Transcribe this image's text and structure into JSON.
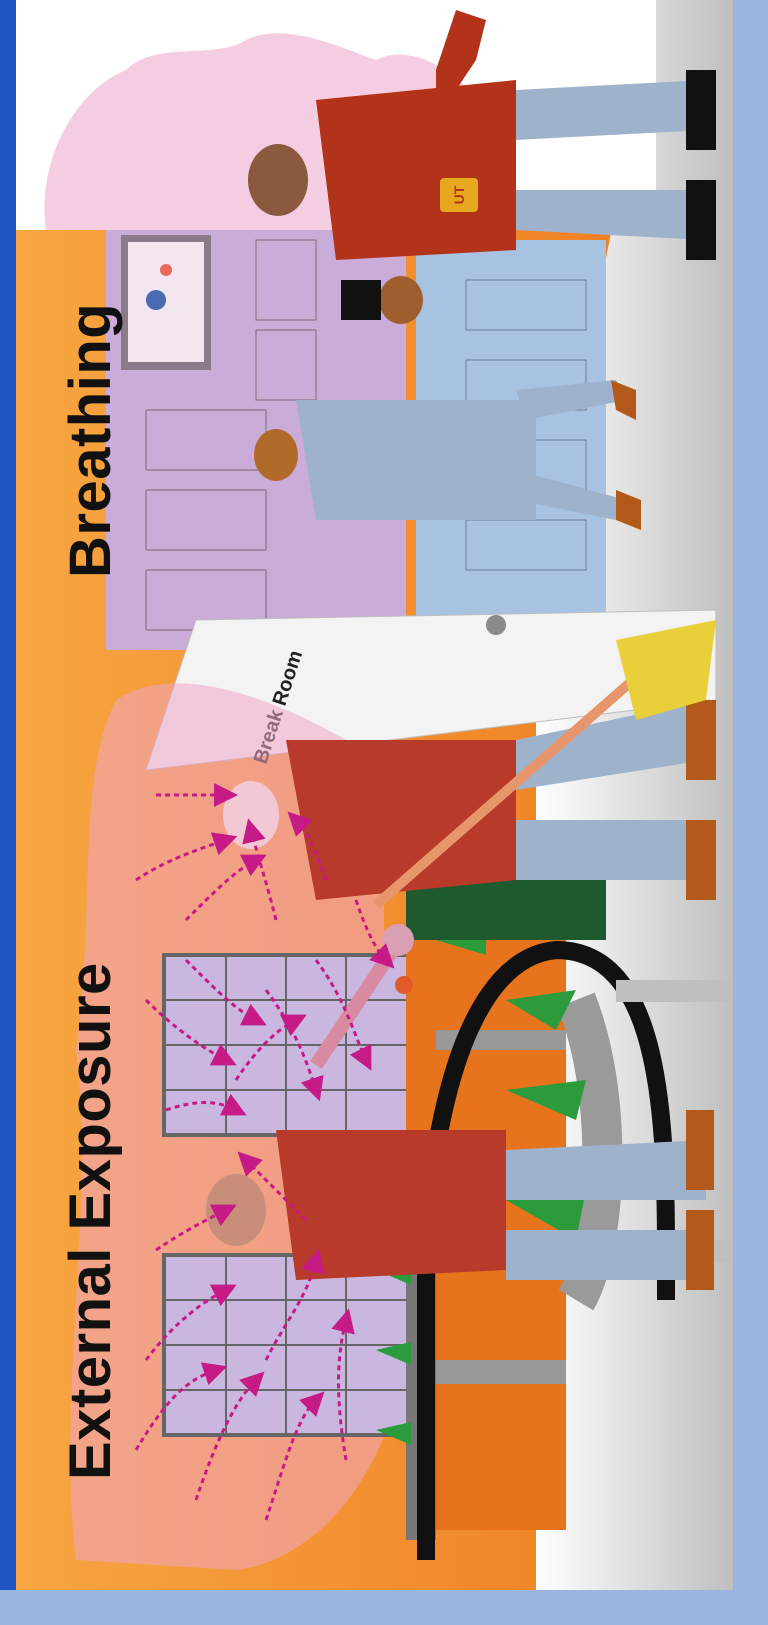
{
  "titles": {
    "external_exposure": "External Exposure",
    "breathing": "Breathing"
  },
  "door": {
    "sign": "Break Room"
  },
  "badge": {
    "text": "UT"
  },
  "colors": {
    "frame_blue": "#1f55c3",
    "background_blue": "#9ab6de",
    "wall_orange": "#f07c22",
    "mist_pink": "#f1a6c4",
    "particle_magenta": "#c61a86"
  }
}
